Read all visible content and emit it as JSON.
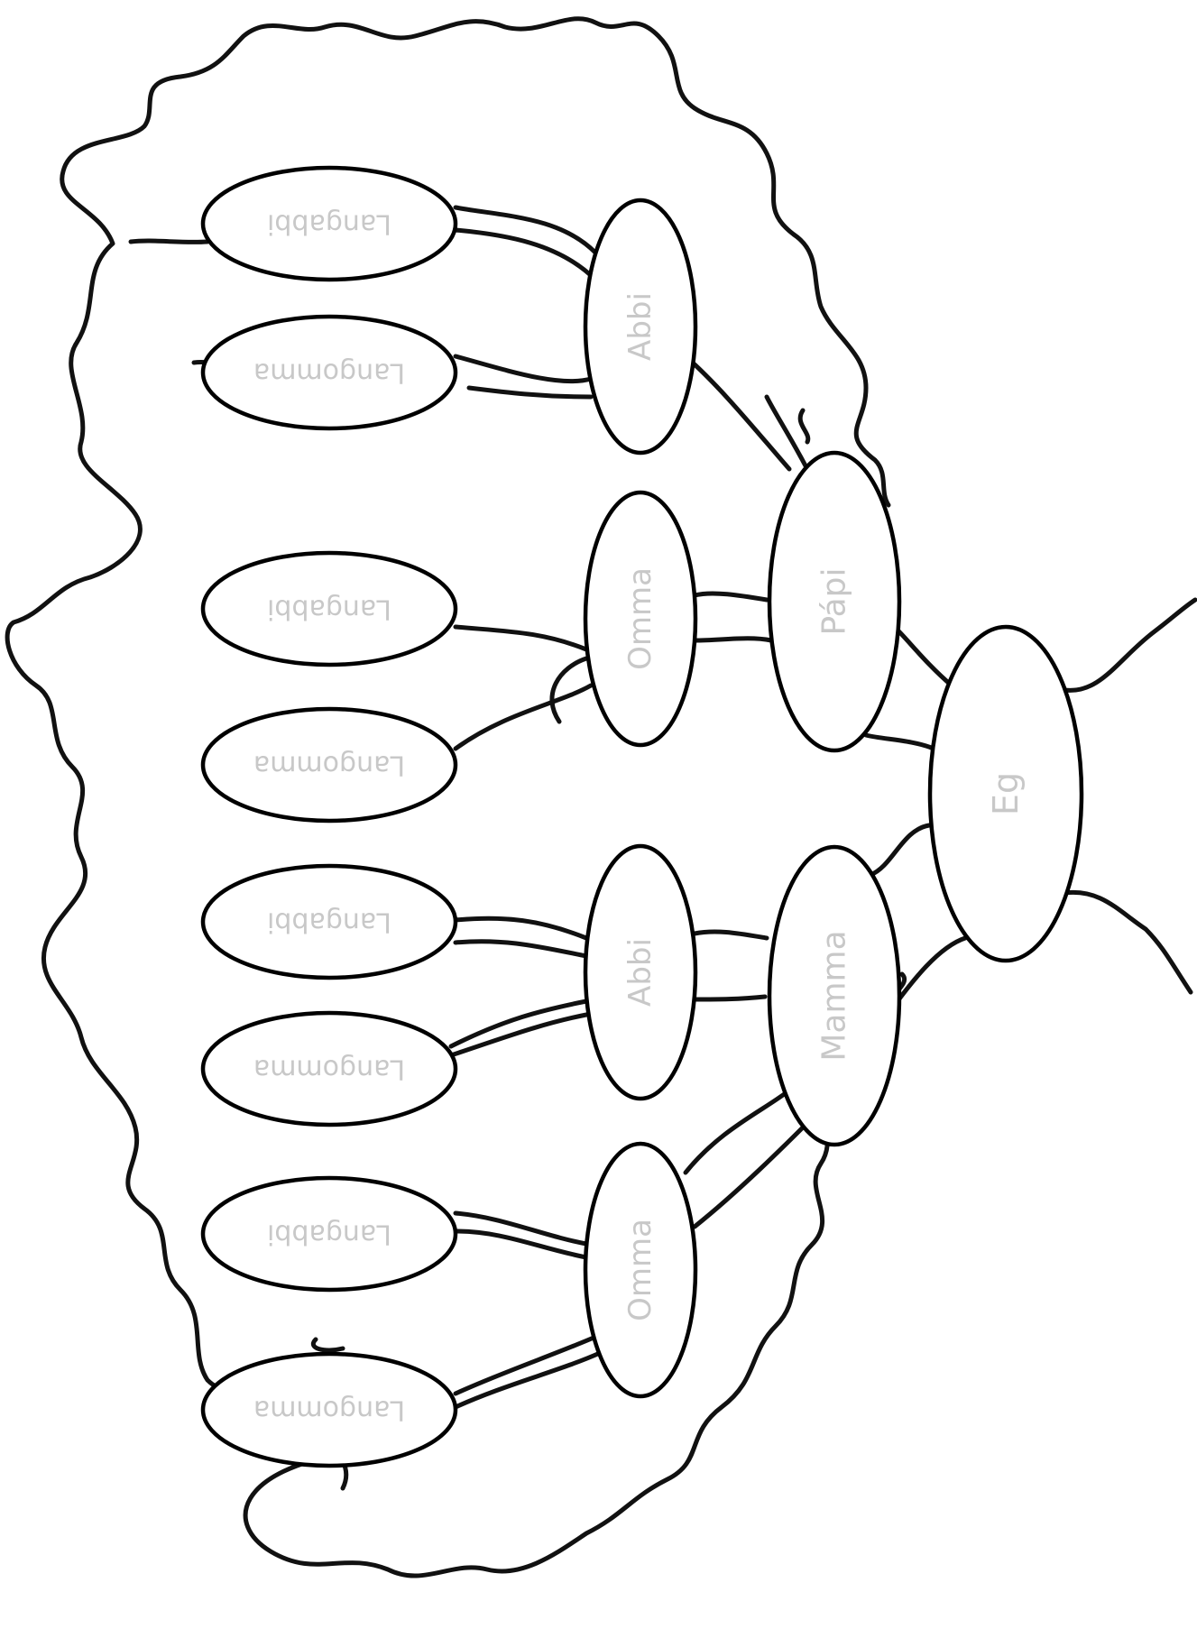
{
  "tree": {
    "colors": {
      "outline": "#111111",
      "label": "#c8c8c8",
      "node_fill": "#ffffff"
    },
    "nodes": {
      "self": "Eg",
      "father": "Pápi",
      "mother": "Mamma",
      "father_grandmother": "Omma",
      "father_grandfather": "Abbi",
      "mother_grandmother": "Omma",
      "mother_grandfather": "Abbi",
      "gg_1_grandfather": "Langabbi",
      "gg_1_grandmother": "Langomma",
      "gg_2_grandfather": "Langabbi",
      "gg_2_grandmother": "Langomma",
      "gg_3_grandfather": "Langabbi",
      "gg_3_grandmother": "Langomma",
      "gg_4_grandfather": "Langabbi",
      "gg_4_grandmother": "Langomma"
    }
  }
}
